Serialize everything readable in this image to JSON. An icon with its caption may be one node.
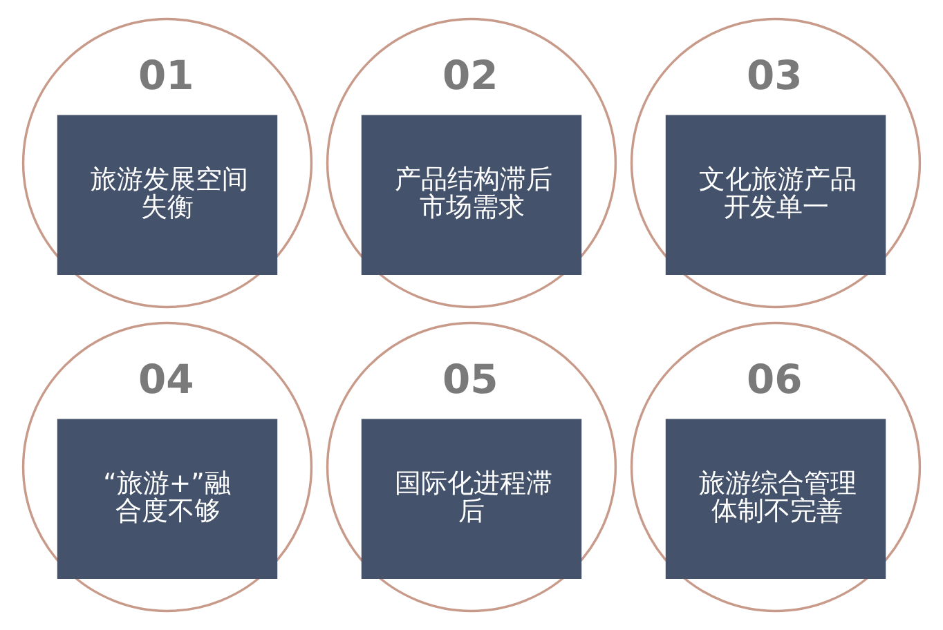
{
  "diagram": {
    "nodes": [
      {
        "text": [
          "01",
          "旅游发展空间失衡"
        ]
      },
      {
        "text": [
          "02",
          "产品结构滞后市场需求"
        ]
      },
      {
        "text": [
          "03",
          "文化旅游产品开发单一"
        ]
      },
      {
        "text": [
          "04",
          "“旅游+”融合度不够"
        ]
      },
      {
        "text": [
          "05",
          "国际化进程滞后"
        ]
      },
      {
        "text": [
          "06",
          "旅游综合管理体制不完善"
        ]
      }
    ]
  }
}
